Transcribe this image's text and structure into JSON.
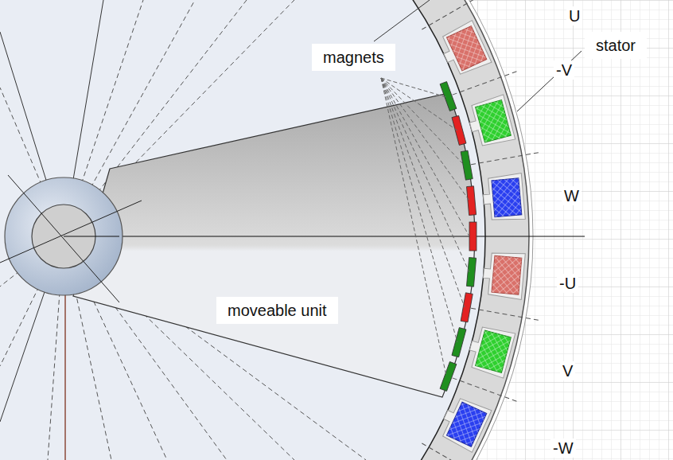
{
  "diagram": {
    "labels": [
      "U",
      "-V",
      "W",
      "-U",
      "V",
      "-W",
      "magnets",
      "stator",
      "moveable unit"
    ]
  }
}
